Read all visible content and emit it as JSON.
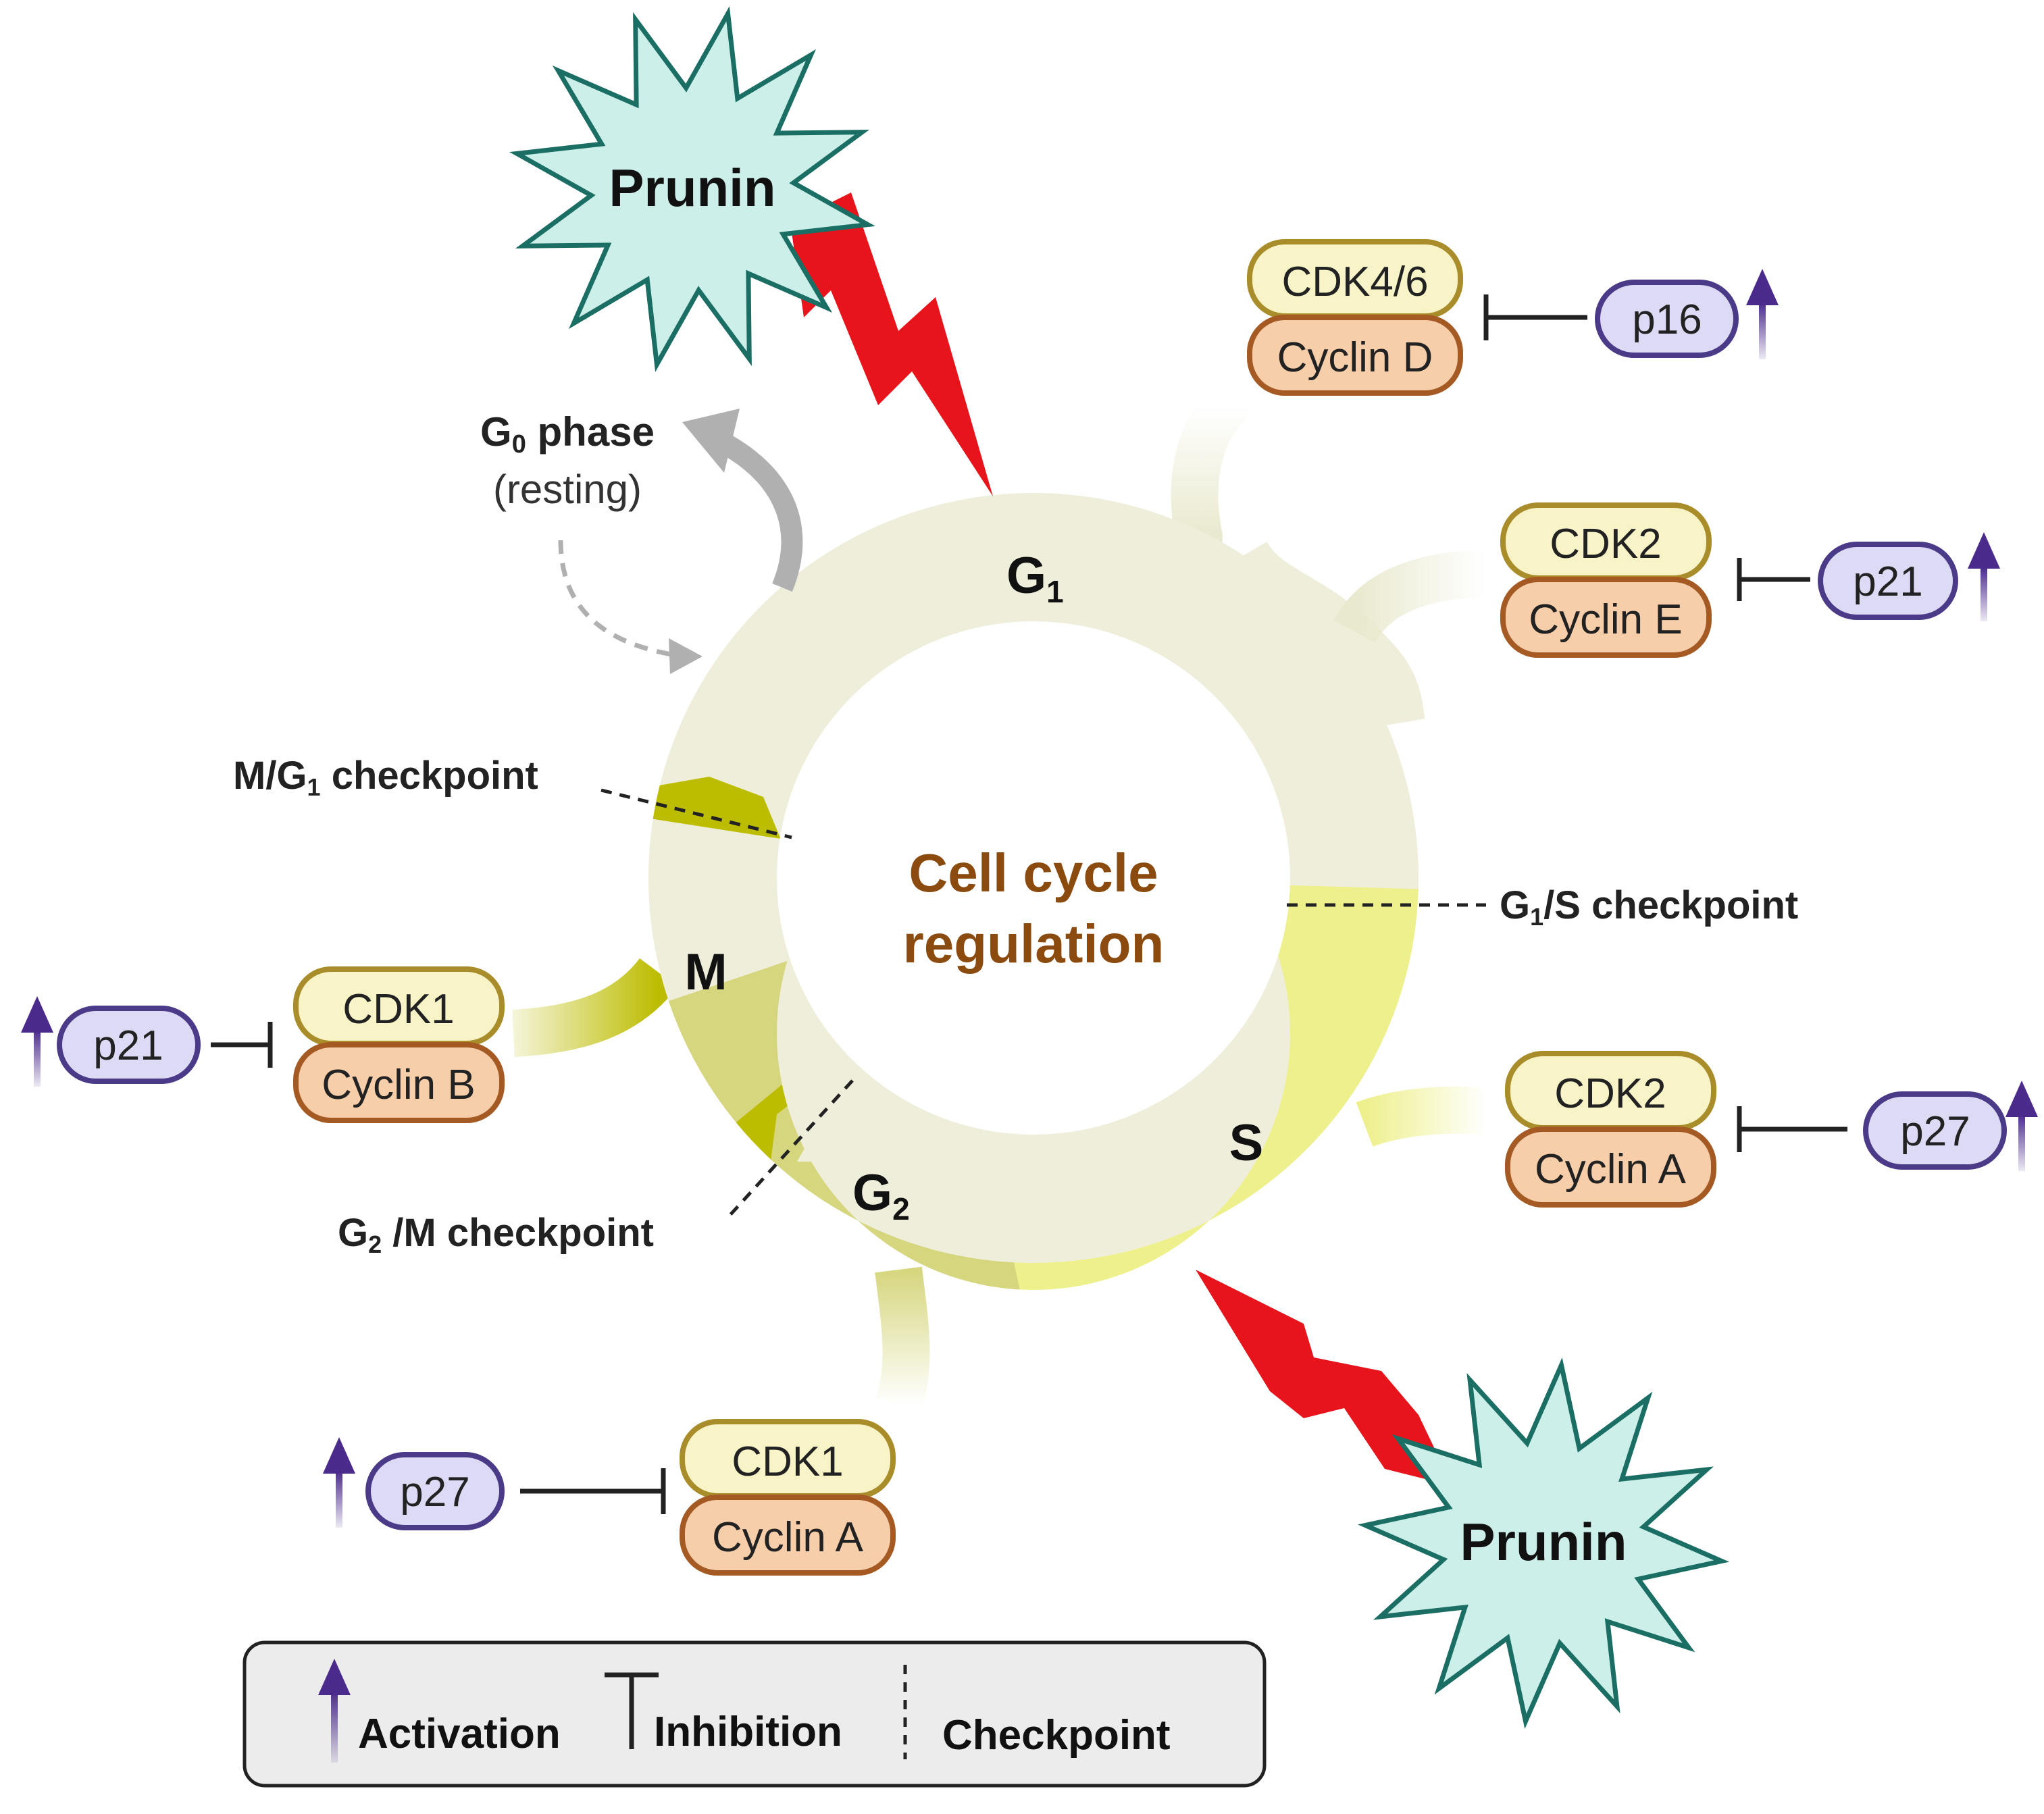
{
  "title": {
    "line1": "Cell cycle",
    "line2": "regulation"
  },
  "phases": {
    "g1": {
      "letter": "G",
      "sub": "1"
    },
    "s": {
      "letter": "S"
    },
    "g2": {
      "letter": "G",
      "sub": "2"
    },
    "m": {
      "letter": "M"
    }
  },
  "g0": {
    "prefix": "G",
    "sub": "0",
    "suffix": " phase",
    "line2": "(resting)"
  },
  "checkpoints": {
    "m_g1": {
      "a": "M/G",
      "sub": "1",
      "b": " checkpoint"
    },
    "g1_s": {
      "a": "G",
      "sub": "1",
      "b": "/S checkpoint"
    },
    "g2_m": {
      "a": "G",
      "sub": "2",
      "b": " /M checkpoint"
    }
  },
  "prunin": [
    "Prunin",
    "Prunin"
  ],
  "complexes": [
    {
      "cdk": "CDK4/6",
      "cyclin": "Cyclin D",
      "inhibitor": "p16"
    },
    {
      "cdk": "CDK2",
      "cyclin": "Cyclin E",
      "inhibitor": "p21"
    },
    {
      "cdk": "CDK2",
      "cyclin": "Cyclin A",
      "inhibitor": "p27"
    },
    {
      "cdk": "CDK1",
      "cyclin": "Cyclin B",
      "inhibitor": "p21"
    },
    {
      "cdk": "CDK1",
      "cyclin": "Cyclin A",
      "inhibitor": "p27"
    }
  ],
  "legend": {
    "activation": "Activation",
    "inhibition": "Inhibition",
    "checkpoint": "Checkpoint"
  },
  "colors": {
    "g1": "#eeeedb",
    "s": "#eef08c",
    "g2": "#d6d67e",
    "m": "#bcbc00",
    "title": "#8b4a0e",
    "cdk_fill": "#f8f4c8",
    "cdk_stroke": "#a98d2a",
    "cyclin_fill": "#f7ceaa",
    "cyclin_stroke": "#a55a24",
    "pill_fill": "#dcdaf4",
    "pill_stroke": "#4b3a88",
    "arrow": "#4a2b8c",
    "prunin_fill": "#ccefea",
    "prunin_stroke": "#1b6e63",
    "bolt": "#e8141c",
    "legend_fill": "#ececec"
  }
}
